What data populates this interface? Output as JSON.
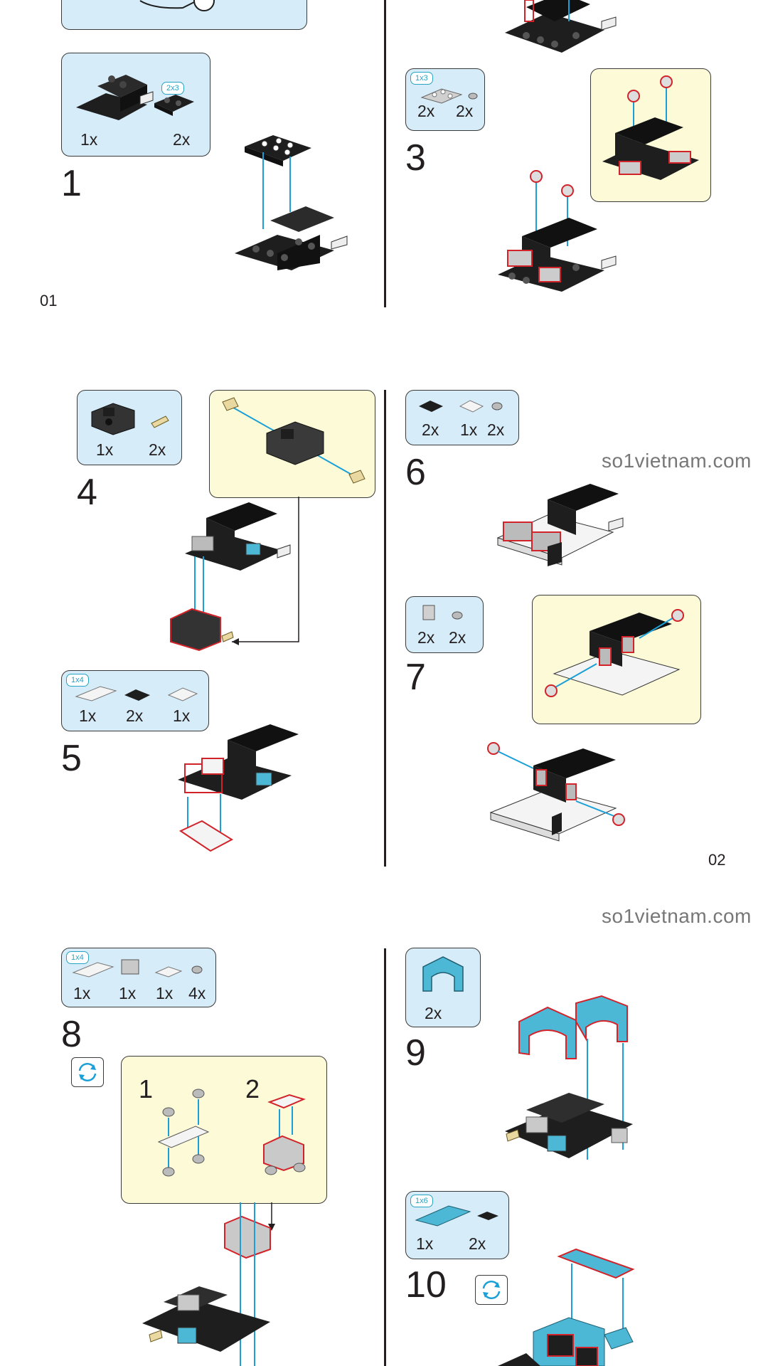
{
  "watermark": "so1vietnam.com",
  "pages": {
    "p1": "01",
    "p2": "02"
  },
  "steps": {
    "s1": {
      "number": "1",
      "parts": [
        {
          "qty": "1x"
        },
        {
          "qty": "2x",
          "tag": "2x3"
        }
      ]
    },
    "s3": {
      "number": "3",
      "parts": [
        {
          "qty": "2x",
          "tag": "1x3"
        },
        {
          "qty": "2x"
        }
      ]
    },
    "s4": {
      "number": "4",
      "parts": [
        {
          "qty": "1x"
        },
        {
          "qty": "2x"
        }
      ]
    },
    "s5": {
      "number": "5",
      "parts": [
        {
          "qty": "1x",
          "tag": "1x4"
        },
        {
          "qty": "2x"
        },
        {
          "qty": "1x"
        }
      ]
    },
    "s6": {
      "number": "6",
      "parts": [
        {
          "qty": "2x"
        },
        {
          "qty": "1x"
        },
        {
          "qty": "2x"
        }
      ]
    },
    "s7": {
      "number": "7",
      "parts": [
        {
          "qty": "2x"
        },
        {
          "qty": "2x"
        }
      ]
    },
    "s8": {
      "number": "8",
      "parts": [
        {
          "qty": "1x",
          "tag": "1x4"
        },
        {
          "qty": "1x"
        },
        {
          "qty": "1x"
        },
        {
          "qty": "4x"
        }
      ],
      "substeps": [
        "1",
        "2"
      ]
    },
    "s9": {
      "number": "9",
      "parts": [
        {
          "qty": "2x"
        }
      ]
    },
    "s10": {
      "number": "10",
      "parts": [
        {
          "qty": "1x",
          "tag": "1x6"
        },
        {
          "qty": "2x"
        }
      ]
    }
  },
  "colors": {
    "parts_bg": "#d6ecf8",
    "callout_bg": "#fdfad8",
    "brick_black": "#1e1e1e",
    "brick_grey": "#c9c9c9",
    "brick_azure": "#4cb8d6",
    "highlight_red": "#d2232a",
    "arrow_blue": "#1aa0d6"
  },
  "icons": [
    "rotate-model-icon"
  ]
}
